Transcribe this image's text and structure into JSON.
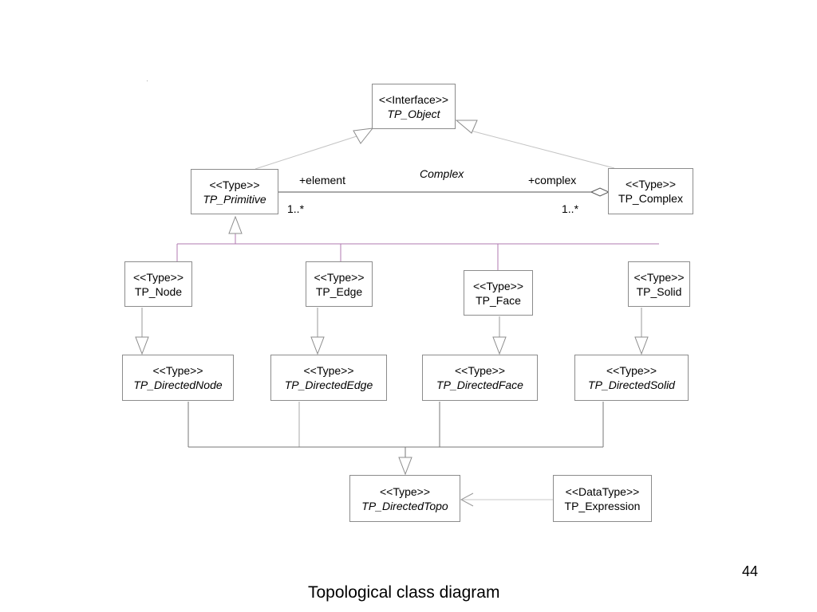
{
  "diagram": {
    "classes": {
      "tp_object": {
        "stereotype": "<<Interface>>",
        "name": "TP_Object",
        "abstract": true
      },
      "tp_primitive": {
        "stereotype": "<<Type>>",
        "name": "TP_Primitive",
        "abstract": true
      },
      "tp_complex": {
        "stereotype": "<<Type>>",
        "name": "TP_Complex",
        "abstract": false
      },
      "tp_node": {
        "stereotype": "<<Type>>",
        "name": "TP_Node",
        "abstract": false
      },
      "tp_edge": {
        "stereotype": "<<Type>>",
        "name": "TP_Edge",
        "abstract": false
      },
      "tp_face": {
        "stereotype": "<<Type>>",
        "name": "TP_Face",
        "abstract": false
      },
      "tp_solid": {
        "stereotype": "<<Type>>",
        "name": "TP_Solid",
        "abstract": false
      },
      "tp_directednode": {
        "stereotype": "<<Type>>",
        "name": "TP_DirectedNode",
        "abstract": true
      },
      "tp_directededge": {
        "stereotype": "<<Type>>",
        "name": "TP_DirectedEdge",
        "abstract": true
      },
      "tp_directedface": {
        "stereotype": "<<Type>>",
        "name": "TP_DirectedFace",
        "abstract": true
      },
      "tp_directedsolid": {
        "stereotype": "<<Type>>",
        "name": "TP_DirectedSolid",
        "abstract": true
      },
      "tp_directedtopo": {
        "stereotype": "<<Type>>",
        "name": "TP_DirectedTopo",
        "abstract": true
      },
      "tp_expression": {
        "stereotype": "<<DataType>>",
        "name": "TP_Expression",
        "abstract": false
      }
    },
    "association": {
      "name": "Complex",
      "role_element": "+element",
      "role_complex": "+complex",
      "mult_element": "1..*",
      "mult_complex": "1..*"
    },
    "line_colors": {
      "generalization": "#9a9a9a",
      "primitive_tree": "#b07ab0",
      "association": "#555555",
      "bus": "#777777",
      "dependency": "#c8c8c8"
    }
  },
  "slide": {
    "number": "44",
    "caption": "Topological class diagram"
  }
}
